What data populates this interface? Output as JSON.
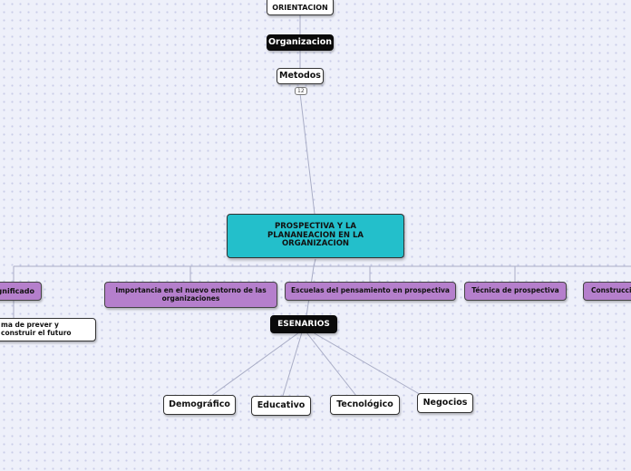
{
  "nodes": {
    "orientacion": "ORIENTACION",
    "organizacion": "Organizacion",
    "metodos": "Metodos",
    "metodos_count": "12",
    "central": "PROSPECTIVA Y LA PLANANEACION EN LA ORGANIZACION",
    "significado": "gnificado",
    "forma_prever": "ma de prever y construir el futuro",
    "importancia": "Importancia en el nuevo entorno de las organizaciones",
    "escuelas": "Escuelas del pensamiento en prospectiva",
    "tecnica": "Técnica de prospectiva",
    "construccion": "Construcci",
    "esenarios": "ESENARIOS",
    "demografico": "Demográfico",
    "educativo": "Educativo",
    "tecnologico": "Tecnológico",
    "negocios": "Negocios"
  },
  "colors": {
    "central": "#23bfcb",
    "branch": "#b57fcc",
    "dark": "#0a0a0a",
    "leaf": "#ffffff",
    "link": "#a9adc6"
  }
}
